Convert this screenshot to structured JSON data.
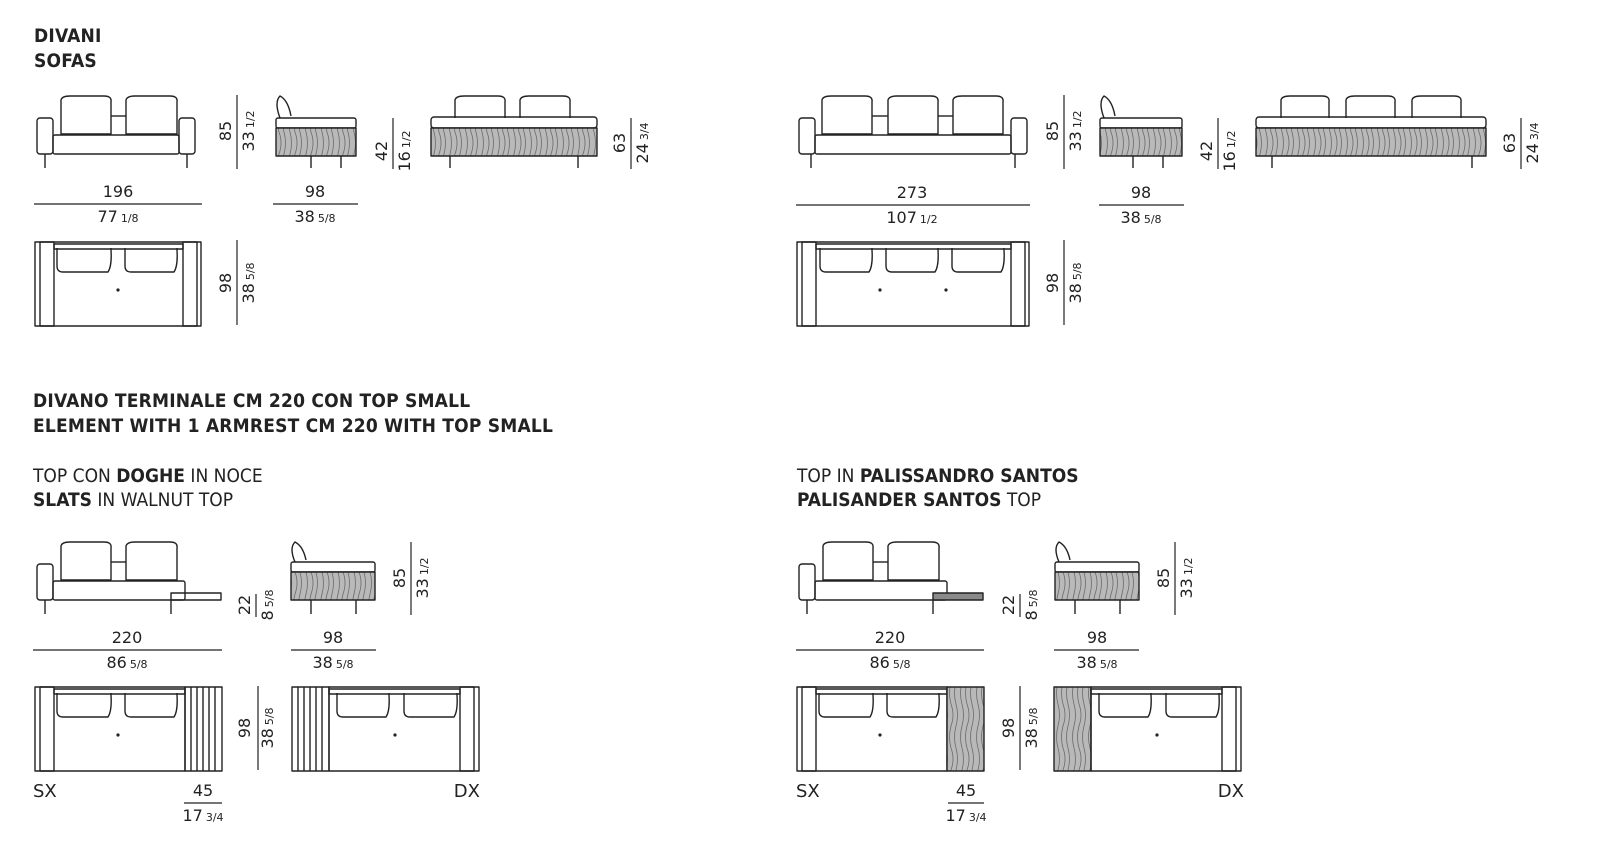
{
  "header": {
    "title_it": "DIVANI",
    "title_en": "SOFAS"
  },
  "section_terminal": {
    "title_it": "DIVANO TERMINALE CM 220 CON TOP SMALL",
    "title_en": "ELEMENT WITH 1 ARMREST CM 220 WITH TOP SMALL"
  },
  "variant_walnut": {
    "it": {
      "pre": "TOP CON ",
      "bold": "DOGHE",
      "post": " IN NOCE"
    },
    "en": {
      "bold": "SLATS",
      "post": " IN WALNUT TOP"
    }
  },
  "variant_santos": {
    "it": {
      "pre": "TOP IN ",
      "bold": "PALISSANDRO SANTOS"
    },
    "en": {
      "bold": "PALISANDER SANTOS",
      "post": " TOP"
    }
  },
  "dims": {
    "s196": {
      "w_cm": "196",
      "w_in": "77",
      "w_in_frac": "1/8",
      "h_cm": "85",
      "h_in": "33",
      "h_in_frac": "1/2",
      "d_cm": "98",
      "d_in": "38",
      "d_in_frac": "5/8",
      "seat_cm": "42",
      "seat_in": "16",
      "seat_in_frac": "1/2",
      "back_cm": "63",
      "back_in": "24",
      "back_in_frac": "3/4"
    },
    "s273": {
      "w_cm": "273",
      "w_in": "107",
      "w_in_frac": "1/2",
      "h_cm": "85",
      "h_in": "33",
      "h_in_frac": "1/2",
      "d_cm": "98",
      "d_in": "38",
      "d_in_frac": "5/8",
      "seat_cm": "42",
      "seat_in": "16",
      "seat_in_frac": "1/2",
      "back_cm": "63",
      "back_in": "24",
      "back_in_frac": "3/4",
      "pd_cm": "98",
      "pd_in": "38",
      "pd_in_frac": "5/8"
    },
    "term": {
      "w_cm": "220",
      "w_in": "86",
      "w_in_frac": "5/8",
      "top_cm": "22",
      "top_in": "8",
      "top_in_frac": "5/8",
      "d_cm": "98",
      "d_in": "38",
      "d_in_frac": "5/8",
      "h_cm": "85",
      "h_in": "33",
      "h_in_frac": "1/2",
      "pd_cm": "98",
      "pd_in": "38",
      "pd_in_frac": "5/8",
      "tw_cm": "45",
      "tw_in": "17",
      "tw_in_frac": "3/4"
    }
  },
  "labels": {
    "left": "SX",
    "right": "DX"
  }
}
